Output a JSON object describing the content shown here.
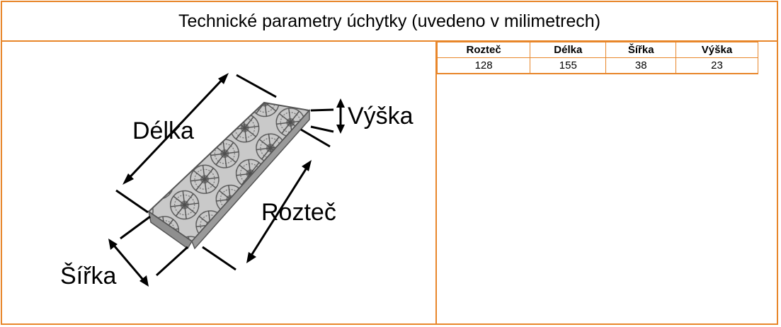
{
  "title": "Technické parametry úchytky (uvedeno v milimetrech)",
  "table": {
    "headers": [
      "Rozteč",
      "Délka",
      "Šířka",
      "Výška"
    ],
    "values": [
      "128",
      "155",
      "38",
      "23"
    ]
  },
  "diagram": {
    "label_length": "Délka",
    "label_height": "Výška",
    "label_pitch": "Rozteč",
    "label_width": "Šířka"
  },
  "colors": {
    "border": "#e8862a"
  }
}
